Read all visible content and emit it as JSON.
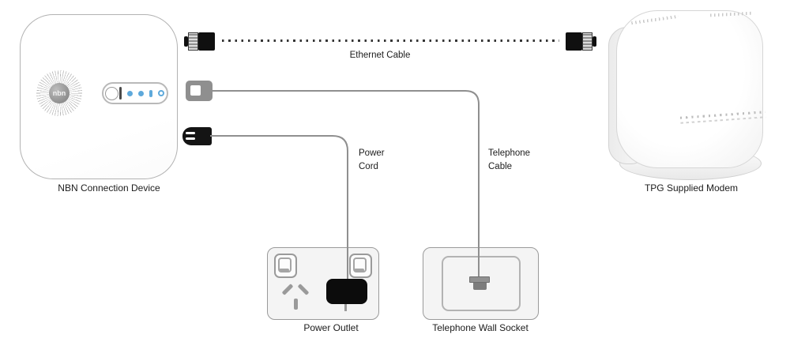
{
  "diagram": {
    "title_none": "",
    "devices": {
      "nbn_device": {
        "label": "NBN Connection Device",
        "logo_text": "nbn",
        "led_count": 4
      },
      "modem": {
        "label": "TPG Supplied Modem"
      },
      "power_outlet": {
        "label": "Power Outlet"
      },
      "phone_socket": {
        "label": "Telephone Wall Socket"
      }
    },
    "cables": {
      "ethernet": {
        "label": "Ethernet Cable",
        "style": "dotted"
      },
      "power": {
        "label_line1": "Power",
        "label_line2": "Cord",
        "style": "solid"
      },
      "telephone": {
        "label_line1": "Telephone",
        "label_line2": "Cable",
        "style": "solid"
      }
    },
    "colors": {
      "outline_gray": "#9a9a9a",
      "cable_gray": "#8f8f8f",
      "connector_black": "#101010",
      "led_blue": "#5ea9db",
      "panel_fill": "#f4f4f4",
      "background": "#ffffff"
    }
  }
}
